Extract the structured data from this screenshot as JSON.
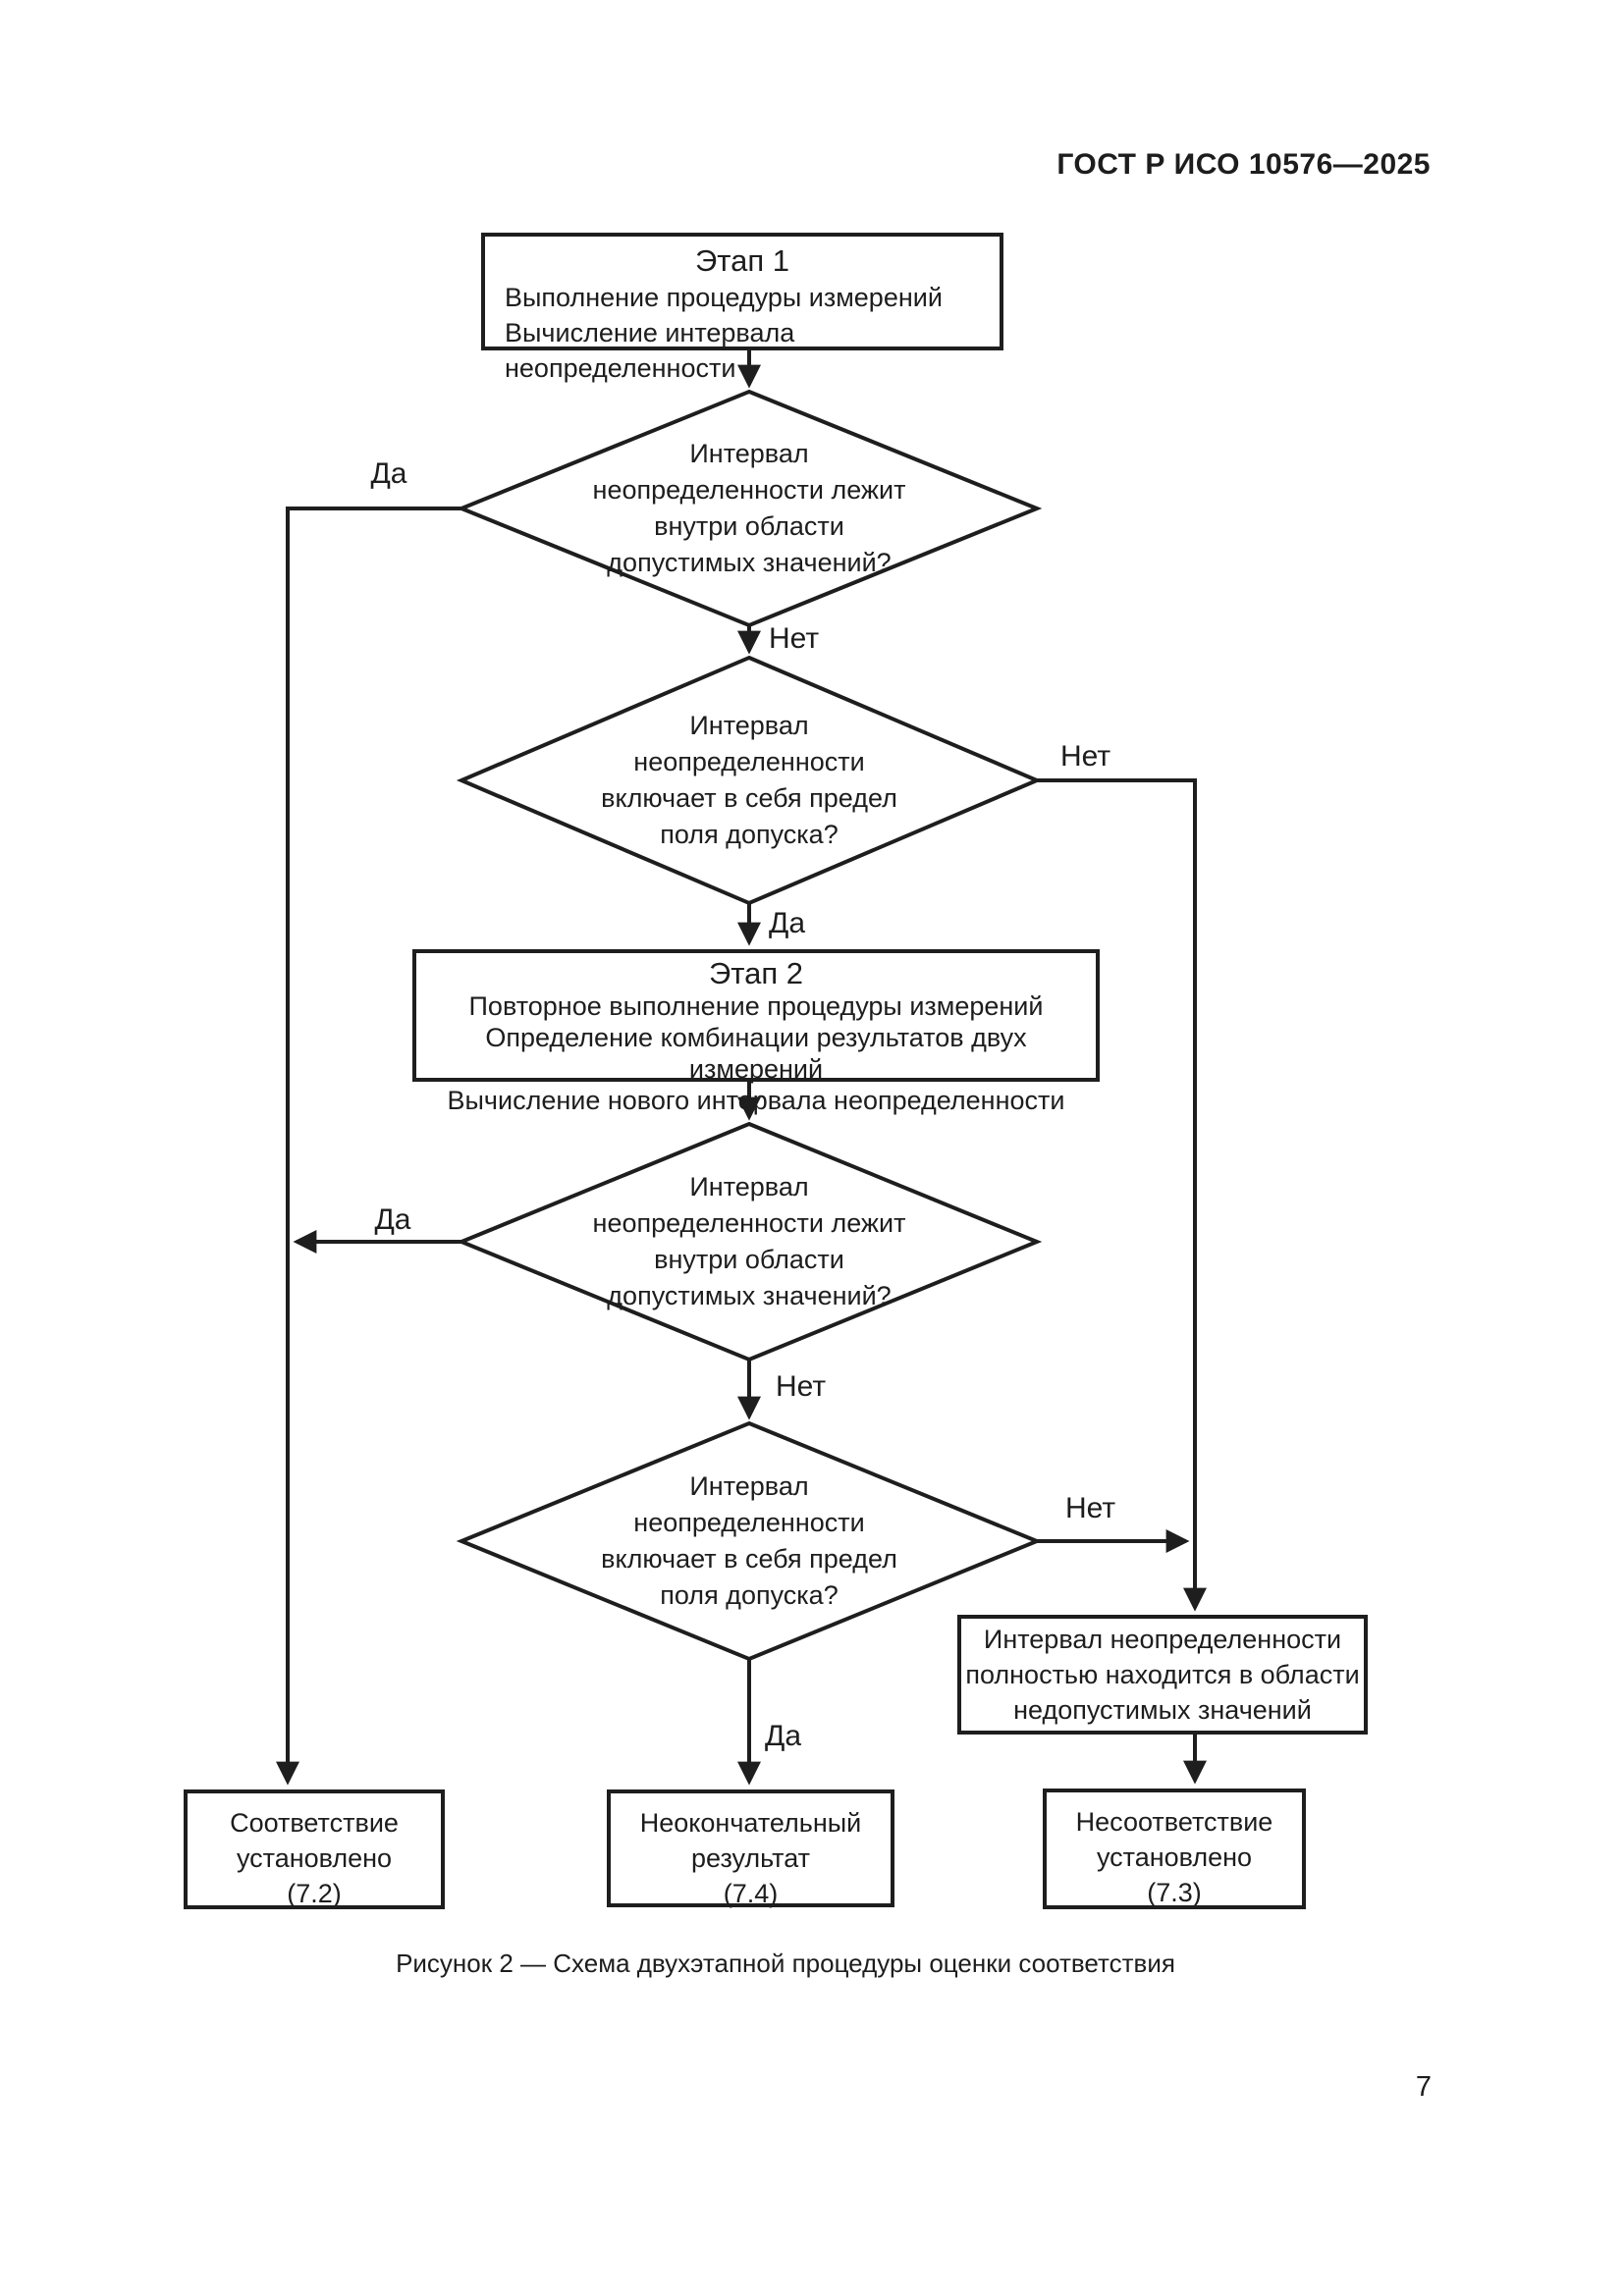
{
  "header": {
    "title": "ГОСТ Р ИСО 10576—2025"
  },
  "labels": {
    "yes": "Да",
    "no": "Нет"
  },
  "flowchart": {
    "stage1": {
      "title": "Этап 1",
      "lines": [
        "Выполнение процедуры измерений",
        "Вычисление интервала неопределенности"
      ]
    },
    "decision1": {
      "lines": [
        "Интервал",
        "неопределенности лежит",
        "внутри области",
        "допустимых значений?"
      ]
    },
    "decision2": {
      "lines": [
        "Интервал",
        "неопределенности",
        "включает в себя предел",
        "поля допуска?"
      ]
    },
    "stage2": {
      "title": "Этап 2",
      "lines": [
        "Повторное выполнение процедуры измерений",
        "Определение комбинации результатов двух измерений",
        "Вычисление нового интервала неопределенности"
      ]
    },
    "decision3": {
      "lines": [
        "Интервал",
        "неопределенности лежит",
        "внутри области",
        "допустимых значений?"
      ]
    },
    "decision4": {
      "lines": [
        "Интервал",
        "неопределенности",
        "включает в себя предел",
        "поля допуска?"
      ]
    },
    "invalid_region_box": {
      "lines": [
        "Интервал неопределенности",
        "полностью находится в области",
        "недопустимых значений"
      ]
    },
    "conformity_box": {
      "lines": [
        "Соответствие",
        "установлено",
        "(7.2)"
      ]
    },
    "inconclusive_box": {
      "lines": [
        "Неокончательный",
        "результат",
        "(7.4)"
      ]
    },
    "nonconformity_box": {
      "lines": [
        "Несоответствие",
        "установлено",
        "(7.3)"
      ]
    }
  },
  "footer": {
    "caption": "Рисунок 2 — Схема двухэтапной процедуры оценки соответствия",
    "page_number": "7"
  }
}
